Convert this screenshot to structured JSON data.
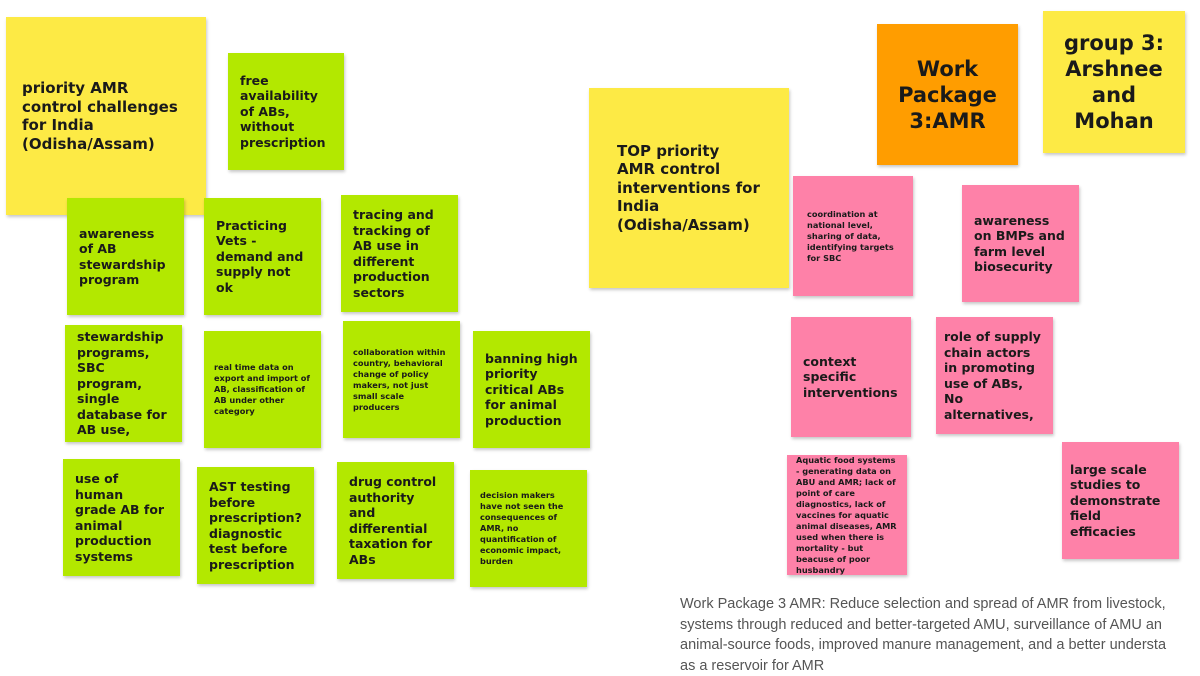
{
  "notes": {
    "challenges_title": "priority AMR control challenges for India (Odisha/Assam)",
    "free_availability": "free availability of ABs, without prescription",
    "awareness_stewardship": "awareness of AB stewardship program",
    "practicing_vets": "Practicing Vets - demand and supply not ok",
    "tracing_tracking": "tracing and tracking of AB use in different production sectors",
    "stewardship_programs": "stewardship programs, SBC program, single database for AB use,",
    "real_time_data": "real time data on export and import of AB,  classification of AB under other category",
    "collaboration": "collaboration within country, behavioral change of policy makers, not just small scale producers",
    "banning": "banning high priority critical ABs for animal production",
    "human_grade": "use of human grade AB for animal production systems",
    "ast_testing": "AST testing before prescription? diagnostic test before prescription",
    "drug_control": "drug control authority and differential taxation for ABs",
    "decision_makers": "decision makers have not seen the consequences of AMR, no quantification of economic impact, burden",
    "interventions_title": "TOP priority AMR control interventions for India (Odisha/Assam)",
    "work_package": "Work Package 3:AMR",
    "group": "group 3: Arshnee and Mohan",
    "coordination": "coordination at national level, sharing of data, identifying targets for SBC",
    "awareness_bmps": "awareness on BMPs and farm level biosecurity",
    "context_specific": "context specific interventions",
    "supply_chain": "role of supply chain actors in promoting use of ABs, No alternatives,",
    "aquatic": "Aquatic food systems - generating data on ABU and AMR; lack of point of care diagnostics, lack of vaccines for aquatic animal diseases, AMR used when there is mortality - but beacuse of poor husbandry",
    "large_scale": "large scale studies to demonstrate field efficacies"
  },
  "description": {
    "line1": "Work Package 3 AMR: Reduce selection and spread of AMR from livestock,",
    "line2": "systems through reduced and better-targeted AMU, surveillance of AMU an",
    "line3": "animal-source foods, improved manure management, and a better understa",
    "line4": "as a reservoir for AMR"
  },
  "colors": {
    "yellow": "#fdea45",
    "green": "#b3e800",
    "pink": "#fe81a8",
    "orange": "#ff9d00"
  }
}
